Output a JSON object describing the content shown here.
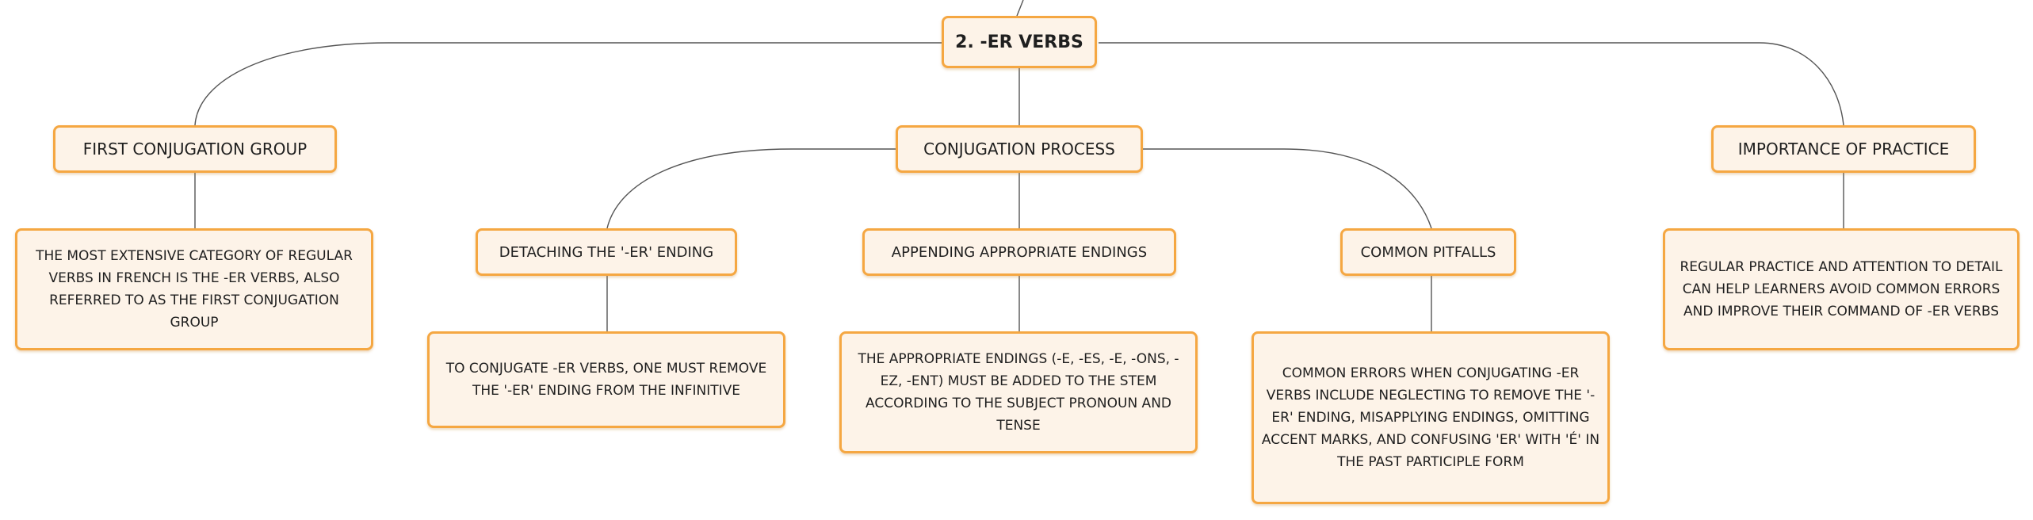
{
  "root": {
    "label": "2. -ER VERBS"
  },
  "first_conjugation": {
    "label": "FIRST CONJUGATION GROUP",
    "detail": "THE MOST EXTENSIVE CATEGORY OF REGULAR VERBS IN FRENCH IS THE -ER VERBS, ALSO REFERRED TO AS THE FIRST CONJUGATION GROUP"
  },
  "conjugation_process": {
    "label": "CONJUGATION PROCESS",
    "detaching": {
      "label": "DETACHING THE '-ER' ENDING",
      "detail": "TO CONJUGATE -ER VERBS, ONE MUST REMOVE THE '-ER' ENDING FROM THE INFINITIVE"
    },
    "appending": {
      "label": "APPENDING APPROPRIATE ENDINGS",
      "detail": "THE APPROPRIATE ENDINGS (-E, -ES, -E, -ONS, -EZ, -ENT) MUST BE ADDED TO THE STEM ACCORDING TO THE SUBJECT PRONOUN AND TENSE"
    },
    "pitfalls": {
      "label": "COMMON PITFALLS",
      "detail": "COMMON ERRORS WHEN CONJUGATING -ER VERBS INCLUDE NEGLECTING TO REMOVE THE '-ER' ENDING, MISAPPLYING ENDINGS, OMITTING ACCENT MARKS, AND CONFUSING 'ER' WITH 'É' IN THE PAST PARTICIPLE FORM"
    }
  },
  "importance_of_practice": {
    "label": "IMPORTANCE OF PRACTICE",
    "detail": "REGULAR PRACTICE AND ATTENTION TO DETAIL CAN HELP LEARNERS AVOID COMMON ERRORS AND IMPROVE THEIR COMMAND OF -ER VERBS"
  },
  "colors": {
    "border": "#f5a742",
    "fill": "#fdf3e8",
    "line": "#555555"
  }
}
